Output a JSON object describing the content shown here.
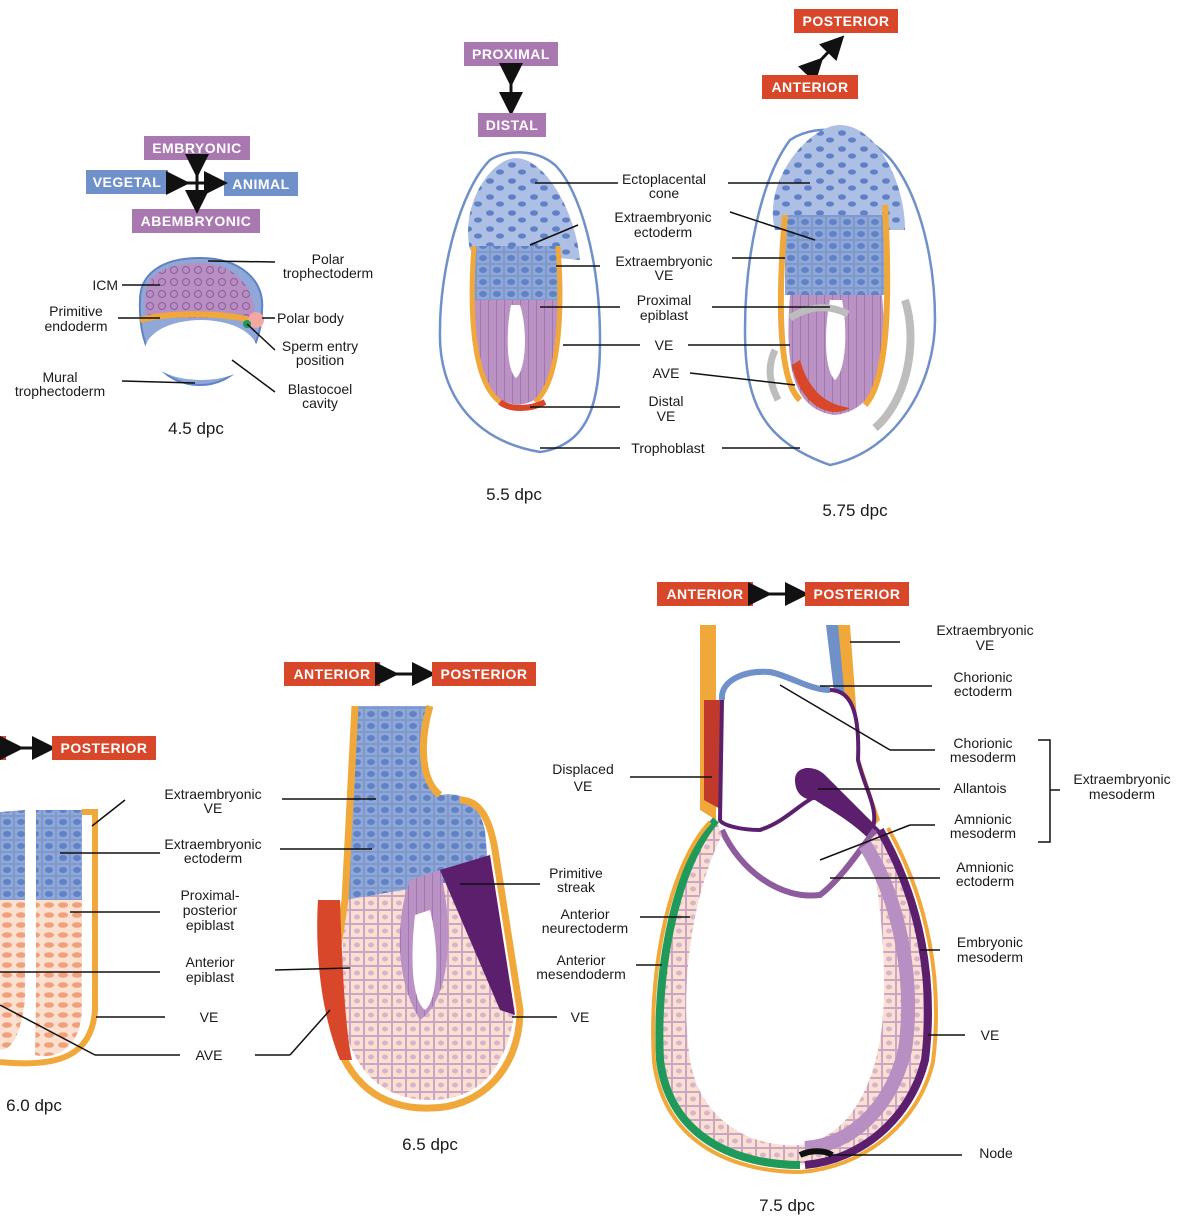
{
  "axes": {
    "embryonic": "EMBRYONIC",
    "vegetal": "VEGETAL",
    "animal": "ANIMAL",
    "abembryonic": "ABEMBRYONIC",
    "proximal": "PROXIMAL",
    "distal": "DISTAL",
    "posterior": "POSTERIOR",
    "anterior": "ANTERIOR"
  },
  "stages": {
    "s45": "4.5 dpc",
    "s55": "5.5 dpc",
    "s575": "5.75 dpc",
    "s60": "6.0 dpc",
    "s65": "6.5 dpc",
    "s75": "7.5 dpc"
  },
  "labels_45": {
    "icm": "ICM",
    "prim_endo_1": "Primitive",
    "prim_endo_2": "endoderm",
    "mural_1": "Mural",
    "mural_2": "trophectoderm",
    "polar_1": "Polar",
    "polar_2": "trophectoderm",
    "polar_body": "Polar body",
    "sperm_1": "Sperm entry",
    "sperm_2": "position",
    "blasto_1": "Blastocoel",
    "blasto_2": "cavity"
  },
  "labels_55": {
    "ecto_cone_1": "Ectoplacental",
    "ecto_cone_2": "cone",
    "exe_ecto_1": "Extraembryonic",
    "exe_ecto_2": "ectoderm",
    "exe_ve_1": "Extraembryonic",
    "exe_ve_2": "VE",
    "prox_epi_1": "Proximal",
    "prox_epi_2": "epiblast",
    "ve": "VE",
    "ave": "AVE",
    "distal_ve_1": "Distal",
    "distal_ve_2": "VE",
    "troph": "Trophoblast"
  },
  "labels_60": {
    "exe_ve_1": "Extraembryonic",
    "exe_ve_2": "VE",
    "exe_ecto_1": "Extraembryonic",
    "exe_ecto_2": "ectoderm",
    "pp_epi_1": "Proximal-",
    "pp_epi_2": "posterior",
    "pp_epi_3": "epiblast",
    "ant_epi_1": "Anterior",
    "ant_epi_2": "epiblast",
    "ve": "VE",
    "ave": "AVE"
  },
  "labels_65": {
    "ps_1": "Primitive",
    "ps_2": "streak",
    "ve": "VE"
  },
  "labels_75": {
    "exe_ve_1": "Extraembryonic",
    "exe_ve_2": "VE",
    "chor_ecto_1": "Chorionic",
    "chor_ecto_2": "ectoderm",
    "chor_meso_1": "Chorionic",
    "chor_meso_2": "mesoderm",
    "allantois": "Allantois",
    "amn_meso_1": "Amnionic",
    "amn_meso_2": "mesoderm",
    "exe_meso_1": "Extraembryonic",
    "exe_meso_2": "mesoderm",
    "amn_ecto_1": "Amnionic",
    "amn_ecto_2": "ectoderm",
    "emb_meso_1": "Embryonic",
    "emb_meso_2": "mesoderm",
    "ve": "VE",
    "node": "Node",
    "displaced_1": "Displaced",
    "displaced_2": "VE",
    "ant_neuro_1": "Anterior",
    "ant_neuro_2": "neurectoderm",
    "ant_mesendo_1": "Anterior",
    "ant_mesendo_2": "mesendoderm"
  },
  "colors": {
    "orientation_red": "#d9472b",
    "orientation_purple": "#a978b1",
    "orientation_blue": "#6f90c9",
    "visceral_endoderm": "#f0a83a",
    "epiblast": "#b98cc0",
    "extraembryonic_ectoderm": "#8fa8d8",
    "mesoderm": "#5b1f6e",
    "endoderm_green": "#1f9a5a"
  }
}
